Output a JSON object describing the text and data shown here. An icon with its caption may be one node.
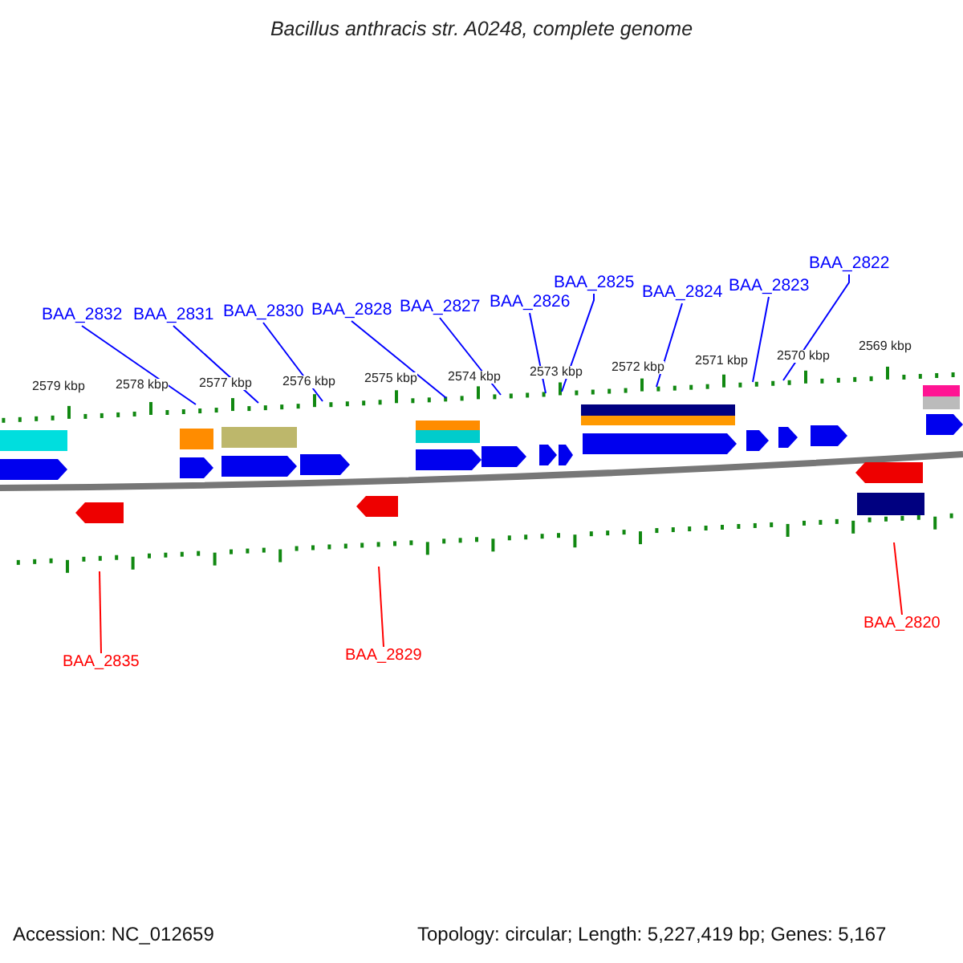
{
  "diagram": {
    "title": "Bacillus anthracis str. A0248, complete genome",
    "nodes": [
      {
        "text": [
          "BAA_2832"
        ]
      },
      {
        "text": [
          "BAA_2831"
        ]
      },
      {
        "text": [
          "BAA_2830"
        ]
      },
      {
        "text": [
          "BAA_2828"
        ]
      },
      {
        "text": [
          "BAA_2827"
        ]
      },
      {
        "text": [
          "BAA_2826"
        ]
      },
      {
        "text": [
          "BAA_2825"
        ]
      },
      {
        "text": [
          "BAA_2824"
        ]
      },
      {
        "text": [
          "BAA_2823"
        ]
      },
      {
        "text": [
          "BAA_2822"
        ]
      },
      {
        "text": [
          "BAA_2835"
        ]
      },
      {
        "text": [
          "BAA_2829"
        ]
      },
      {
        "text": [
          "BAA_2820"
        ]
      },
      {
        "text": [],
        "shape": "bar"
      },
      {
        "text": [],
        "shape": "bar"
      }
    ],
    "edges": [
      {
        "from": 0,
        "to": 13,
        "arrow": "none"
      },
      {
        "from": 1,
        "to": 13,
        "arrow": "none"
      },
      {
        "from": 2,
        "to": 13,
        "arrow": "none"
      },
      {
        "from": 3,
        "to": 13,
        "arrow": "none"
      },
      {
        "from": 4,
        "to": 13,
        "arrow": "none"
      },
      {
        "from": 5,
        "to": 13,
        "arrow": "none"
      },
      {
        "from": 6,
        "to": 13,
        "arrow": "none"
      },
      {
        "from": 7,
        "to": 13,
        "arrow": "none"
      },
      {
        "from": 8,
        "to": 13,
        "arrow": "none"
      },
      {
        "from": 9,
        "to": 13,
        "arrow": "none"
      },
      {
        "from": 10,
        "to": 14,
        "arrow": "none",
        "color": "#ff0000"
      },
      {
        "from": 11,
        "to": 14,
        "arrow": "none",
        "color": "#ff0000"
      },
      {
        "from": 12,
        "to": 14,
        "arrow": "none",
        "color": "#ff0000"
      }
    ],
    "labels": [
      "2579 kbp",
      "2578 kbp",
      "2577 kbp",
      "2576 kbp",
      "2575 kbp",
      "2574 kbp",
      "2573 kbp",
      "2572 kbp",
      "2571 kbp",
      "2570 kbp",
      "2569 kbp",
      "Accession: NC_012659",
      "Topology: circular; Length: 5,227,419 bp; Genes: 5,167"
    ]
  }
}
